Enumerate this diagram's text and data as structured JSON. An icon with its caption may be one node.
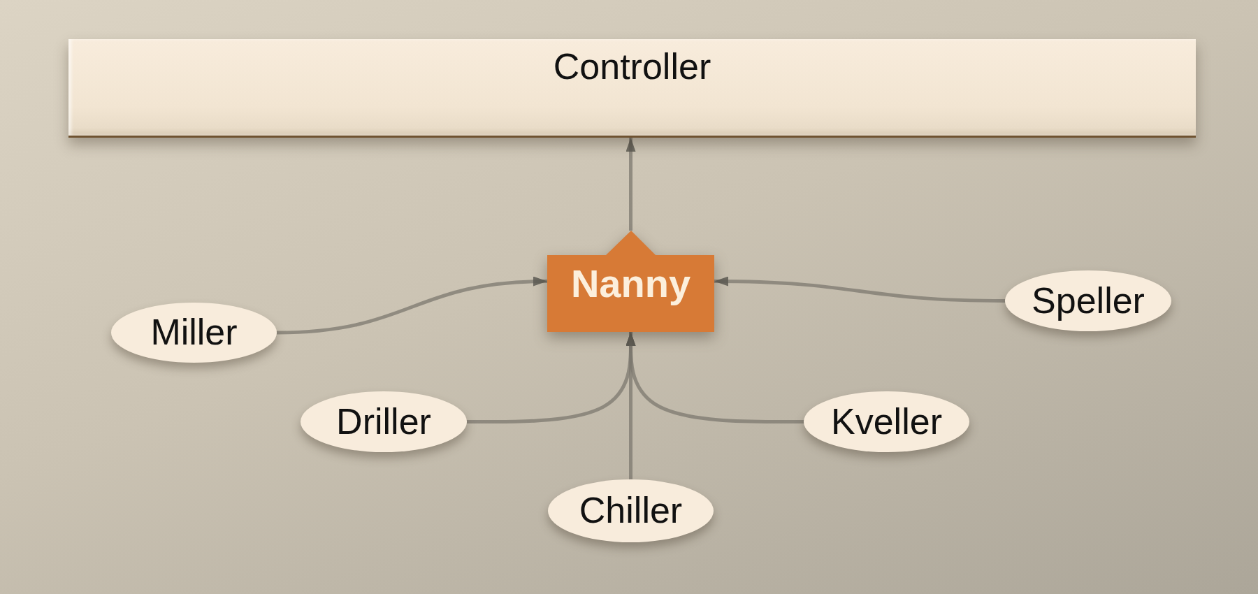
{
  "diagram": {
    "nodes": [
      {
        "text": [
          "Controller"
        ]
      },
      {
        "text": [
          "Miller"
        ]
      },
      {
        "text": [
          "Nanny"
        ]
      },
      {
        "text": [
          "Speller"
        ]
      },
      {
        "text": [
          "Driller"
        ]
      },
      {
        "text": [
          "Kveller"
        ]
      },
      {
        "text": [
          "Chiller"
        ]
      }
    ],
    "edges": [
      {
        "from": 2,
        "to": 0,
        "arrow": "to"
      },
      {
        "from": 1,
        "to": 2,
        "arrow": "to"
      },
      {
        "from": 3,
        "to": 2,
        "arrow": "to"
      },
      {
        "from": 4,
        "to": 2,
        "arrow": "to"
      },
      {
        "from": 5,
        "to": 2,
        "arrow": "to"
      },
      {
        "from": 6,
        "to": 2,
        "arrow": "to"
      }
    ]
  }
}
